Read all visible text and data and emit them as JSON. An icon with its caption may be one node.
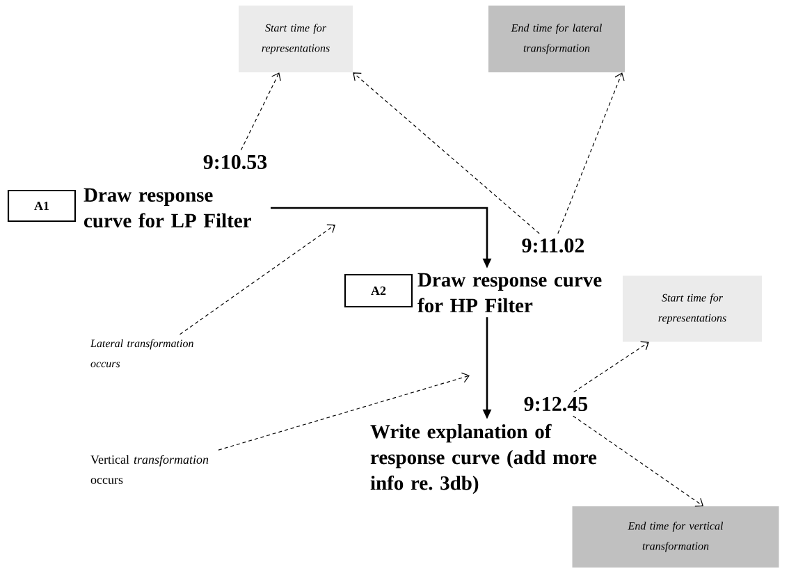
{
  "diagram": {
    "nodes": [
      {
        "text": [
          "Start time for representations"
        ]
      },
      {
        "text": [
          "End time for lateral transformation"
        ]
      },
      {
        "text": [
          "9:10.53"
        ]
      },
      {
        "text": [
          "A1"
        ]
      },
      {
        "text": [
          "Draw response curve for LP Filter"
        ]
      },
      {
        "text": [
          "9:11.02"
        ]
      },
      {
        "text": [
          "A2"
        ]
      },
      {
        "text": [
          "Draw response curve for HP Filter"
        ]
      },
      {
        "text": [
          "Start time for representations"
        ]
      },
      {
        "text": [
          "Lateral transformation occurs"
        ]
      },
      {
        "text": [
          "Write explanation of response curve (add more info re. 3db)"
        ]
      },
      {
        "text": [
          "9:12.45"
        ]
      },
      {
        "text": [
          "Vertical *transformation* occurs"
        ]
      },
      {
        "text": [
          "End time for vertical transformation"
        ]
      }
    ],
    "edges": [
      {
        "from": 2,
        "to": 0,
        "arrow": "to",
        "style": "dashed"
      },
      {
        "from": 4,
        "to": 7,
        "arrow": "to"
      },
      {
        "from": 5,
        "to": 0,
        "arrow": "to",
        "style": "dashed"
      },
      {
        "from": 5,
        "to": 1,
        "arrow": "to",
        "style": "dashed"
      },
      {
        "from": 9,
        "to": null,
        "arrow": "to",
        "style": "dashed"
      },
      {
        "from": 7,
        "to": 10,
        "arrow": "to"
      },
      {
        "from": 12,
        "to": null,
        "arrow": "to",
        "style": "dashed"
      },
      {
        "from": 11,
        "to": 8,
        "arrow": "to",
        "style": "dashed"
      },
      {
        "from": 11,
        "to": 13,
        "arrow": "to",
        "style": "dashed"
      }
    ]
  }
}
